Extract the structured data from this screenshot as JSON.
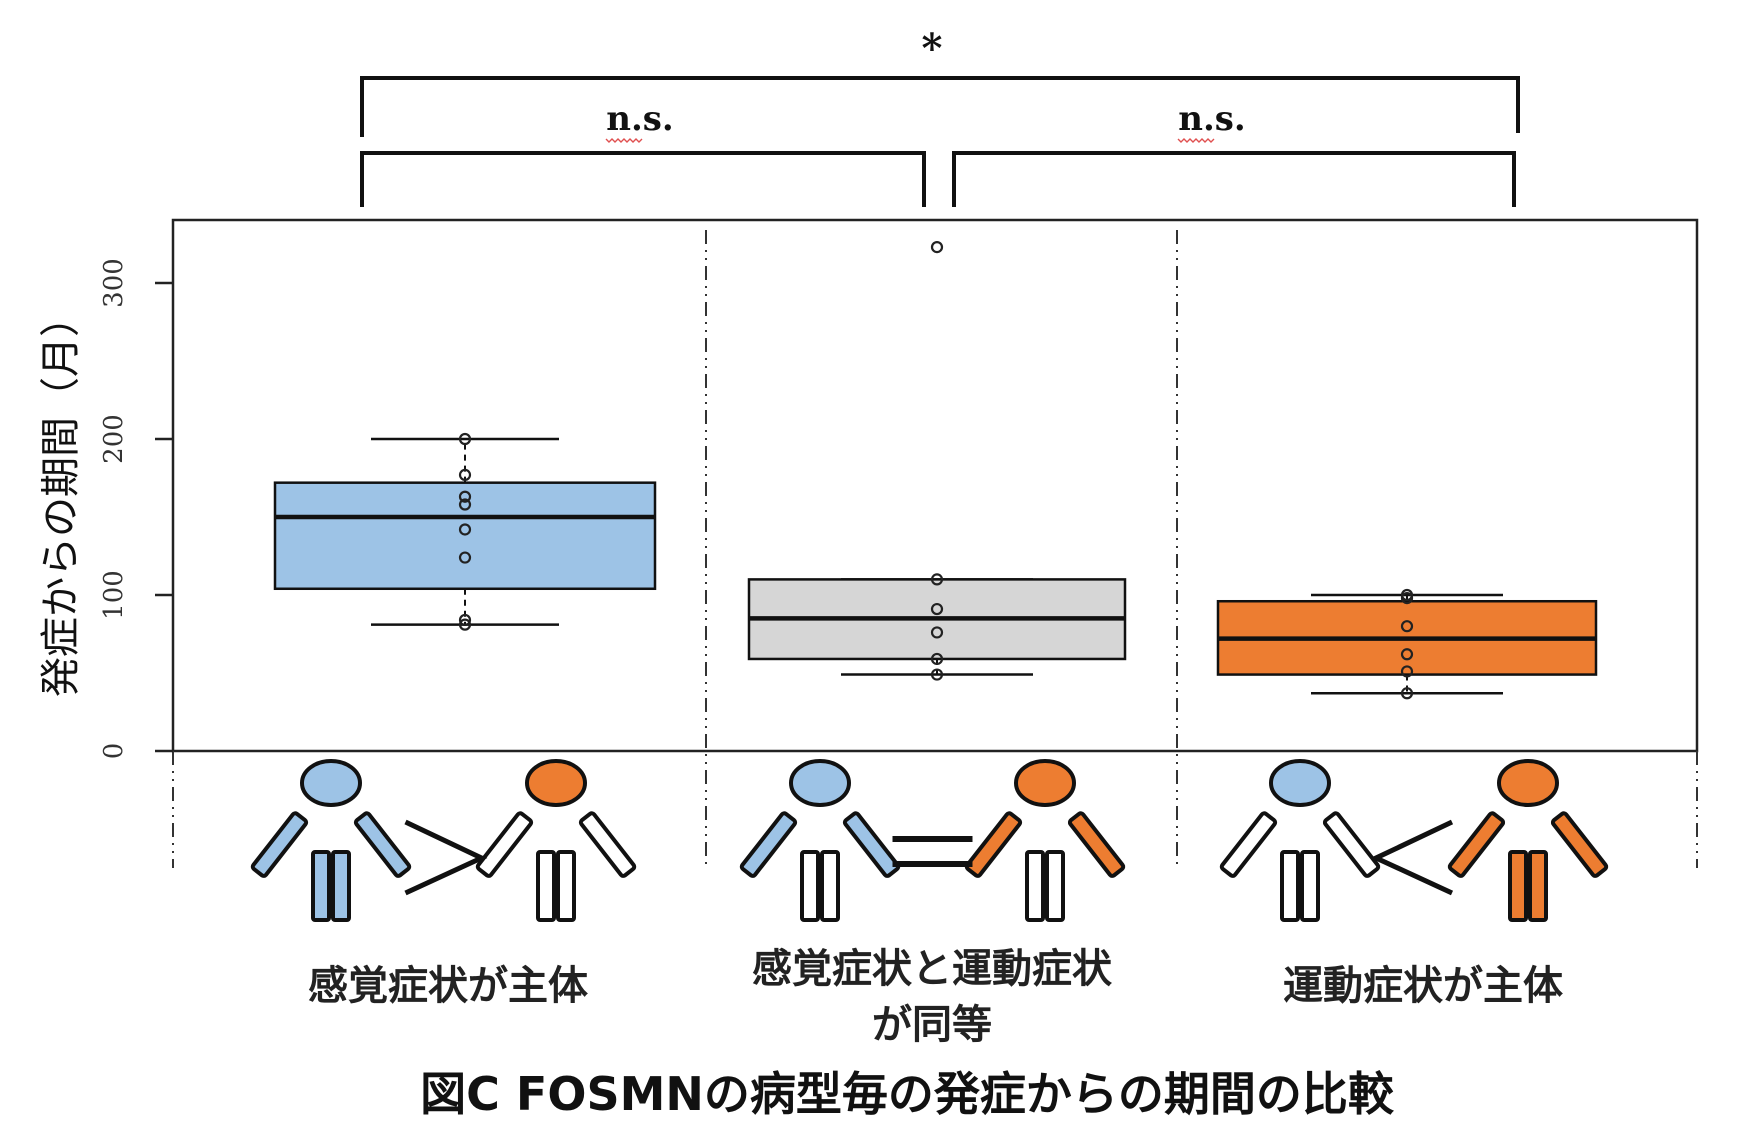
{
  "chart_data": {
    "type": "box",
    "title": "図C FOSMNの病型毎の発症からの期間の比較",
    "xlabel": "",
    "ylabel": "発症からの期間（月）",
    "ylim": [
      0,
      340
    ],
    "yticks": [
      0,
      100,
      200,
      300
    ],
    "grid": false,
    "categories": [
      {
        "label_lines": [
          "感覚症状が主体"
        ],
        "relation": ">",
        "left_figure": {
          "head": "blue",
          "arms": "blue",
          "legs": "blue"
        },
        "right_figure": {
          "head": "orange",
          "arms": "white",
          "legs": "white"
        }
      },
      {
        "label_lines": [
          "感覚症状と運動症状",
          "が同等"
        ],
        "relation": "=",
        "left_figure": {
          "head": "blue",
          "arms": "blue",
          "legs": "white"
        },
        "right_figure": {
          "head": "orange",
          "arms": "orange",
          "legs": "white"
        }
      },
      {
        "label_lines": [
          "運動症状が主体"
        ],
        "relation": "<",
        "left_figure": {
          "head": "blue",
          "arms": "white",
          "legs": "white"
        },
        "right_figure": {
          "head": "orange",
          "arms": "orange",
          "legs": "orange"
        }
      }
    ],
    "series": [
      {
        "name": "感覚症状が主体",
        "color": "#9dc3e6",
        "whisker_low": 81,
        "q1": 104,
        "median": 150,
        "q3": 172,
        "whisker_high": 200,
        "outliers": [],
        "points": [
          200,
          177,
          163,
          158,
          142,
          124,
          84,
          81
        ]
      },
      {
        "name": "感覚症状と運動症状が同等",
        "color": "#d6d6d6",
        "whisker_low": 49,
        "q1": 59,
        "median": 85,
        "q3": 110,
        "whisker_high": 110,
        "outliers": [
          323
        ],
        "points": [
          323,
          110,
          91,
          76,
          59,
          49
        ]
      },
      {
        "name": "運動症状が主体",
        "color": "#ed7d31",
        "whisker_low": 37,
        "q1": 49,
        "median": 72,
        "q3": 96,
        "whisker_high": 100,
        "outliers": [],
        "points": [
          100,
          98,
          80,
          62,
          51,
          37
        ]
      }
    ],
    "comparisons": [
      {
        "groups": [
          1,
          3
        ],
        "label": "*"
      },
      {
        "groups": [
          1,
          2
        ],
        "label": "n.s."
      },
      {
        "groups": [
          2,
          3
        ],
        "label": "n.s."
      }
    ],
    "colors": {
      "sensory": "#9dc3e6",
      "motor": "#ed7d31",
      "equal": "#d6d6d6",
      "ink": "#111111"
    }
  }
}
